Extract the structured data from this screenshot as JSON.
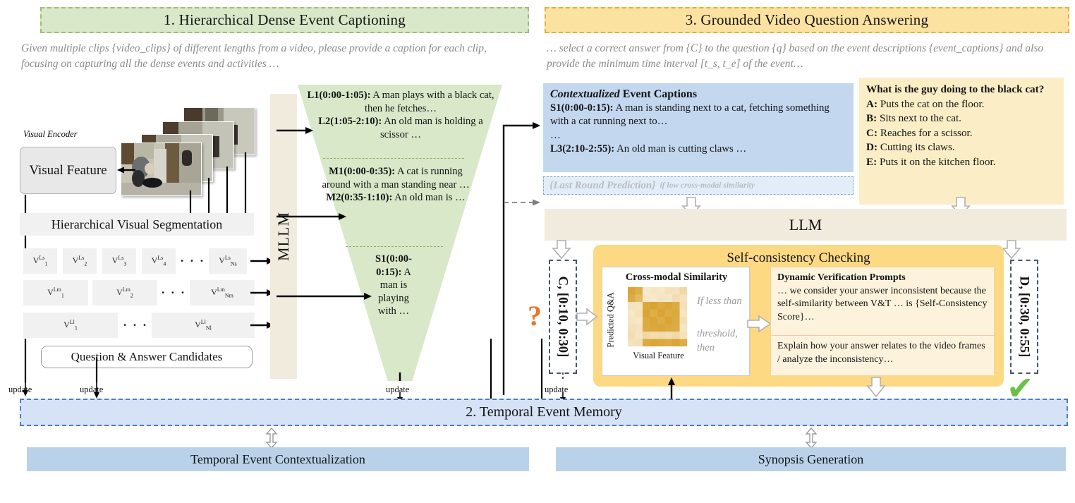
{
  "sections": {
    "s1_title": "1. Hierarchical Dense Event Captioning",
    "s1_prompt": "Given multiple clips {video_clips} of different lengths from a video, please provide a caption for each clip, focusing on capturing all the dense events and activities …",
    "s3_title": "3. Grounded Video Question Answering",
    "s3_prompt": "… select a correct answer from {C} to the question {q} based on the event descriptions {event_captions} and also provide the minimum time interval [t_s, t_e] of the event…"
  },
  "encoder": {
    "label": "Visual Encoder",
    "visual_feature": "Visual Feature",
    "segmentation": "Hierarchical Visual Segmentation",
    "qa_candidates": "Question & Answer Candidates",
    "dots": "· · ·",
    "tokens_short": [
      {
        "sup": "Ls",
        "sub": "1"
      },
      {
        "sup": "Ls",
        "sub": "2"
      },
      {
        "sup": "Ls",
        "sub": "3"
      },
      {
        "sup": "Ls",
        "sub": "4"
      },
      {
        "sup": "Ls",
        "sub": "Ns"
      }
    ],
    "tokens_medium": [
      {
        "sup": "Lm",
        "sub": "1"
      },
      {
        "sup": "Lm",
        "sub": "2"
      },
      {
        "sup": "Lm",
        "sub": "Nm"
      }
    ],
    "tokens_long": [
      {
        "sup": "Ll",
        "sub": "1"
      },
      {
        "sup": "Ll",
        "sub": "Nl"
      }
    ],
    "token_base": "V"
  },
  "mllm": {
    "label": "MLLM"
  },
  "funnel": {
    "group_long": [
      {
        "tag": "L1(0:00-1:05):",
        "text": " A man plays with a black cat, then he fetches…"
      },
      {
        "tag": "L2(1:05-2:10):",
        "text": " An old man is holding a scissor …"
      }
    ],
    "group_mid": [
      {
        "tag": "M1(0:00-0:35):",
        "text": " A cat is running around with a man standing near …"
      },
      {
        "tag": "M2(0:35-1:10):",
        "text": " An old man is …"
      }
    ],
    "group_short": [
      {
        "tag": "S1(0:00-0:15):",
        "text": " A man is playing with …"
      }
    ]
  },
  "contextualized": {
    "title_em": "Contextualized",
    "title_rest": " Event Captions",
    "lines": [
      {
        "tag": "S1(0:00-0:15):",
        "text": " A man is standing next to a cat, fetching something with a cat running next to…"
      },
      {
        "tag": "",
        "text": "…"
      },
      {
        "tag": "L3(2:10-2:55):",
        "text": " An old man is cutting claws …"
      }
    ],
    "last_round": "{Last Round Prediction}",
    "last_round_note": "if low cross-modal similarity"
  },
  "question": {
    "prompt": "What is the guy doing to the black cat?",
    "options": [
      {
        "key": "A:",
        "text": " Puts the cat on the floor."
      },
      {
        "key": "B:",
        "text": " Sits next to the cat."
      },
      {
        "key": "C:",
        "text": " Reaches for a scissor."
      },
      {
        "key": "D:",
        "text": " Cutting its claws."
      },
      {
        "key": "E:",
        "text": " Puts it on the kitchen floor."
      }
    ]
  },
  "llm": {
    "label": "LLM"
  },
  "self_consistency": {
    "title": "Self-consistency Checking",
    "cms_title": "Cross-modal Similarity",
    "cms_ylabel": "Predicted Q&A",
    "cms_xlabel": "Visual Feature",
    "if_less_than": "If less than",
    "threshold_then": "threshold, then",
    "dvp_title": "Dynamic Verification Prompts",
    "dvp_body": "… we consider your answer inconsistent because the self-similarity between V&T … is  {Self-Consistency Score}…",
    "dvp_body2": "Explain how your answer relates to the video frames / analyze the inconsistency…"
  },
  "answers": {
    "initial": "C, [0:10, 0:30]",
    "final": "D, [0:30, 0:55]",
    "question_mark": "?",
    "check_mark": "✔"
  },
  "memory": {
    "label": "2. Temporal Event Memory"
  },
  "bottom": {
    "left": "Temporal Event Contextualization",
    "right": "Synopsis Generation"
  },
  "labels": {
    "update": "update"
  },
  "colors": {
    "green_banner": "#d8e8c8",
    "green_border": "#9cc06c",
    "yellow_banner": "#fbe2a1",
    "yellow_border": "#e8ae36",
    "blue_ctx": "#c3d7ef",
    "blue_memory": "#d6e2f5",
    "blue_memory_border": "#4a7dc4",
    "cream_mllm": "#f0ebdc",
    "scc_yellow": "#fcd982",
    "qbox_yellow": "#fbeec6",
    "orange_qmark": "#e8772e",
    "green_check": "#6cc04a",
    "bottom_bar": "#b9d2ea"
  },
  "chart_data": {
    "type": "heatmap",
    "title": "Cross-modal Similarity",
    "xlabel": "Visual Feature",
    "ylabel": "Predicted Q&A",
    "colorscale": [
      "#fdf6e8",
      "#f5e3be",
      "#e3b755",
      "#d9a431"
    ],
    "values": [
      [
        0.95,
        0.85,
        0.15,
        0.2,
        0.18,
        0.25,
        0.22,
        0.35
      ],
      [
        0.88,
        0.72,
        0.18,
        0.16,
        0.2,
        0.18,
        0.3,
        0.22
      ],
      [
        0.22,
        0.2,
        0.92,
        0.96,
        0.9,
        0.94,
        0.88,
        0.25
      ],
      [
        0.18,
        0.24,
        0.95,
        0.85,
        0.96,
        0.88,
        0.92,
        0.2
      ],
      [
        0.2,
        0.18,
        0.9,
        0.94,
        0.86,
        0.95,
        0.9,
        0.26
      ],
      [
        0.25,
        0.22,
        0.88,
        0.92,
        0.94,
        0.9,
        0.88,
        0.2
      ],
      [
        0.28,
        0.2,
        0.35,
        0.3,
        0.32,
        0.28,
        0.34,
        0.24
      ],
      [
        0.24,
        0.26,
        0.9,
        0.94,
        0.92,
        0.88,
        0.95,
        0.86
      ]
    ]
  }
}
